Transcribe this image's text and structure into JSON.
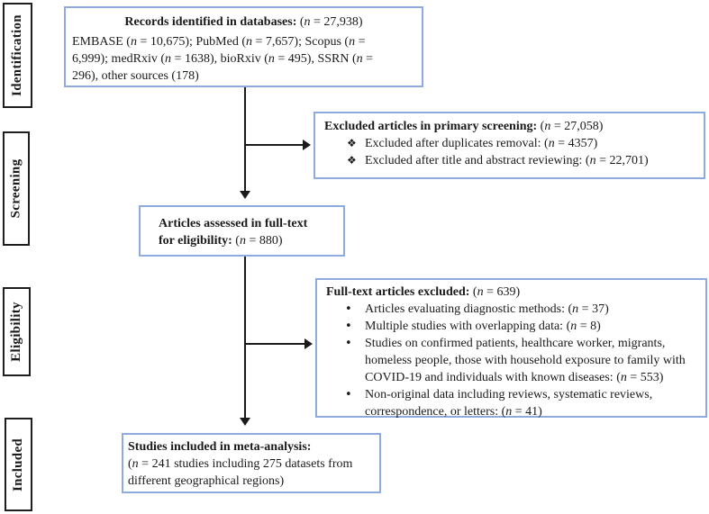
{
  "sidebar": {
    "stages": [
      {
        "label": "Identification"
      },
      {
        "label": "Screening"
      },
      {
        "label": "Eligibility"
      },
      {
        "label": "Included"
      }
    ]
  },
  "boxes": {
    "records": {
      "title_bold": "Records identified in databases:",
      "title_n": "(n = 27,938)",
      "body_lines": [
        "EMBASE (n = 10,675); PubMed (n = 7,657); Scopus (n =",
        "6,999); medRxiv (n = 1638), bioRxiv (n = 495), SSRN (n =",
        "296), other sources (178)"
      ]
    },
    "excluded_primary": {
      "title_bold": "Excluded articles in primary screening:",
      "title_n": "(n = 27,058)",
      "marker": "❖",
      "items": [
        "Excluded after duplicates removal: (n = 4357)",
        "Excluded after title and abstract reviewing: (n = 22,701)"
      ]
    },
    "assessed": {
      "line1": "Articles assessed in full-text",
      "line2_bold": "for eligibility:",
      "line2_n": "(n = 880)"
    },
    "fulltext_excluded": {
      "title_bold": "Full-text articles excluded:",
      "title_n": "(n = 639)",
      "marker": "•",
      "items": [
        {
          "lines": [
            "Articles evaluating diagnostic methods: (n = 37)"
          ]
        },
        {
          "lines": [
            "Multiple studies with overlapping data: (n = 8)"
          ]
        },
        {
          "lines": [
            "Studies on confirmed patients, healthcare worker, migrants,",
            "homeless people, those with household exposure to family with",
            "COVID-19 and individuals with known diseases:  (n = 553)"
          ]
        },
        {
          "lines": [
            "Non-original data including reviews, systematic reviews,",
            "correspondence, or letters: (n = 41)"
          ]
        }
      ]
    },
    "included_meta": {
      "title": "Studies included in meta-analysis:",
      "body_lines": [
        "(n = 241 studies including 275 datasets from",
        "different geographical regions)"
      ]
    }
  },
  "colors": {
    "flow_box_border": "#8faadc",
    "stage_box_border": "#1f1f1f",
    "arrow": "#1a1a1a",
    "text": "#1a1a1a",
    "background": "#ffffff"
  }
}
